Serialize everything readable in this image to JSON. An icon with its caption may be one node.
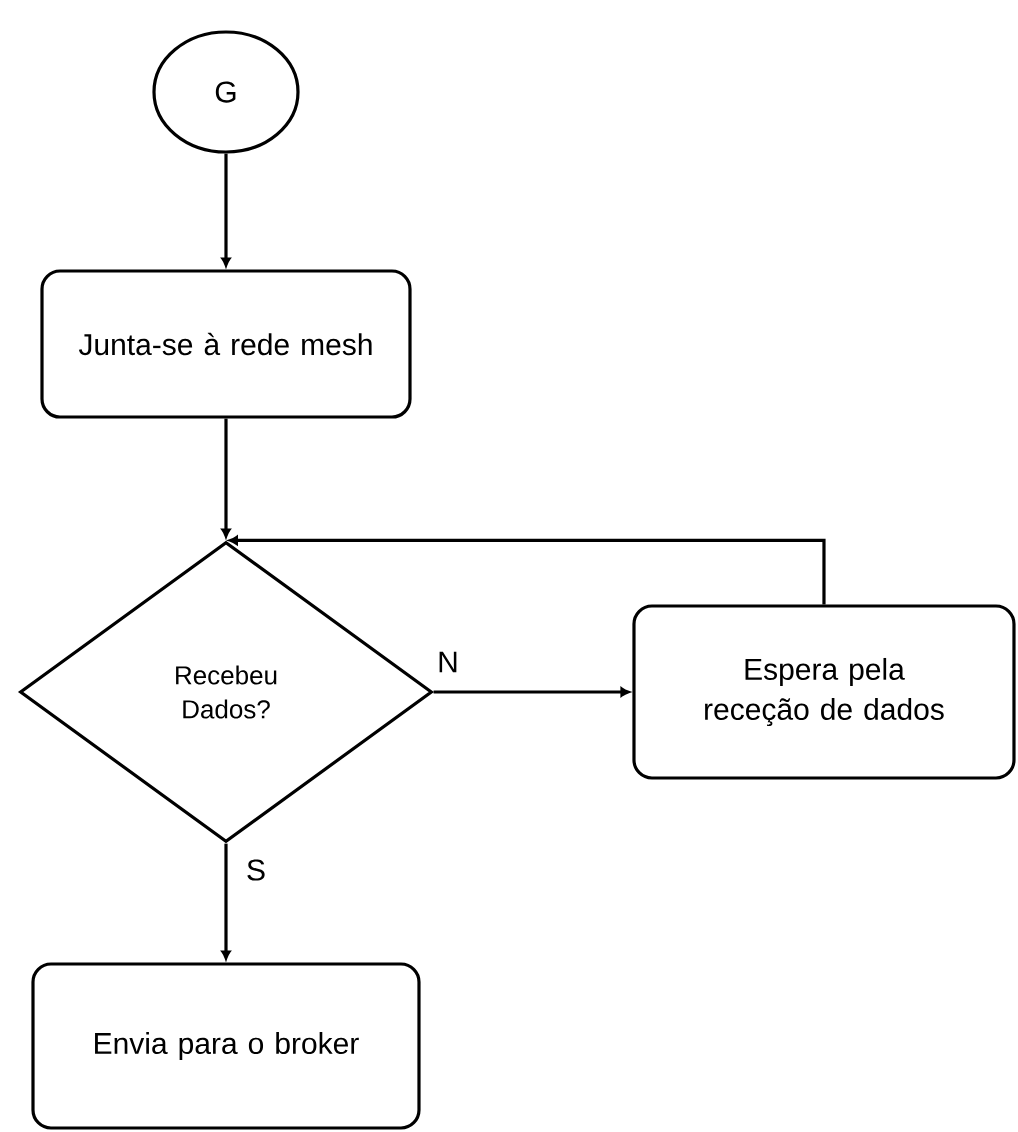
{
  "diagram": {
    "nodes": [
      {
        "text": [
          "G"
        ]
      },
      {
        "text": [
          "Junta-se à rede mesh"
        ]
      },
      {
        "text": [
          "Recebeu Dados?"
        ]
      },
      {
        "text": [
          "Espera pela receção de dados"
        ]
      },
      {
        "text": [
          "Envia para o broker"
        ]
      }
    ],
    "edges": [
      {
        "from": 0,
        "to": 1,
        "arrow": "to"
      },
      {
        "from": 1,
        "to": 2,
        "arrow": "to"
      },
      {
        "from": 2,
        "to": 3,
        "arrow": "to",
        "label": "N"
      },
      {
        "from": 3,
        "to": 2,
        "arrow": "to"
      },
      {
        "from": 2,
        "to": 4,
        "arrow": "to",
        "label": "S"
      }
    ]
  }
}
